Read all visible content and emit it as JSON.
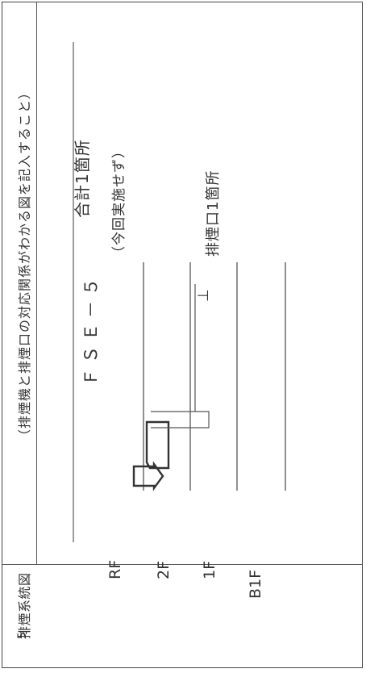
{
  "header": {
    "row_number": "5",
    "title": "排煙系統図",
    "note": "（排煙機と排煙口の対応関係がわかる図を記入すること）"
  },
  "diagram": {
    "unit_id": "ＦＳＥ－５",
    "total_count": "合計1箇所",
    "not_done_note": "（今回実施せず）",
    "smoke_outlet_label": "排煙口1箇所",
    "outlet_symbol": "⊥",
    "floors": [
      "RF",
      "2F",
      "1F",
      "B1F"
    ]
  }
}
